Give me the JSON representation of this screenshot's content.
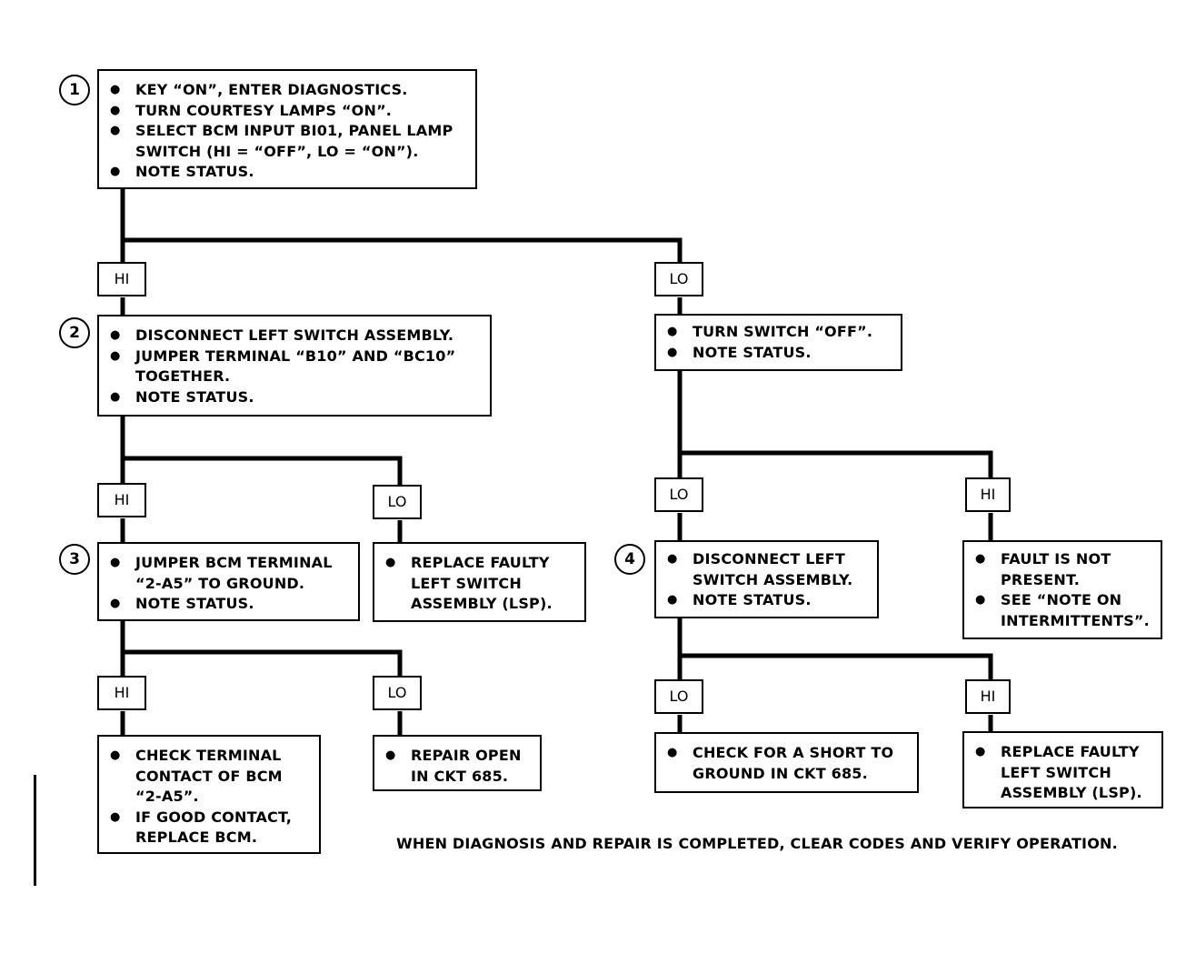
{
  "steps": [
    {
      "number": "1",
      "lines": [
        [
          "KEY “ON”, ENTER DIAGNOSTICS."
        ],
        [
          "TURN COURTESY LAMPS “ON”."
        ],
        [
          "SELECT BCM INPUT BI01, PANEL LAMP",
          "SWITCH  (HI = “OFF”, LO = “ON”)."
        ],
        [
          "NOTE STATUS."
        ]
      ]
    },
    {
      "number": "2",
      "lines": [
        [
          "DISCONNECT LEFT SWITCH ASSEMBLY."
        ],
        [
          "JUMPER TERMINAL “B10” AND “BC10”",
          "TOGETHER."
        ],
        [
          "NOTE STATUS."
        ]
      ]
    },
    {
      "lines": [
        [
          "TURN SWITCH “OFF”."
        ],
        [
          "NOTE STATUS."
        ]
      ]
    },
    {
      "number": "3",
      "lines": [
        [
          "JUMPER BCM TERMINAL",
          "“2-A5” TO GROUND."
        ],
        [
          "NOTE STATUS."
        ]
      ]
    },
    {
      "lines": [
        [
          "REPLACE FAULTY",
          "LEFT SWITCH",
          "ASSEMBLY (LSP)."
        ]
      ]
    },
    {
      "number": "4",
      "lines": [
        [
          "DISCONNECT LEFT",
          "SWITCH ASSEMBLY."
        ],
        [
          "NOTE STATUS."
        ]
      ]
    },
    {
      "lines": [
        [
          "FAULT IS NOT",
          "PRESENT."
        ],
        [
          "SEE “NOTE ON",
          "INTERMITTENTS”."
        ]
      ]
    },
    {
      "lines": [
        [
          "CHECK TERMINAL",
          "CONTACT OF BCM",
          "“2-A5”."
        ],
        [
          "IF GOOD CONTACT,",
          "REPLACE BCM."
        ]
      ]
    },
    {
      "lines": [
        [
          "REPAIR OPEN",
          "IN CKT 685."
        ]
      ]
    },
    {
      "lines": [
        [
          "CHECK FOR A SHORT TO",
          "GROUND IN CKT 685."
        ]
      ]
    },
    {
      "lines": [
        [
          "REPLACE FAULTY",
          "LEFT SWITCH",
          "ASSEMBLY (LSP)."
        ]
      ]
    }
  ],
  "labels": [
    "HI",
    "LO",
    "HI",
    "LO",
    "LO",
    "HI",
    "HI",
    "LO",
    "LO",
    "HI"
  ],
  "footer_note": "WHEN DIAGNOSIS AND REPAIR IS COMPLETED, CLEAR CODES AND VERIFY OPERATION."
}
